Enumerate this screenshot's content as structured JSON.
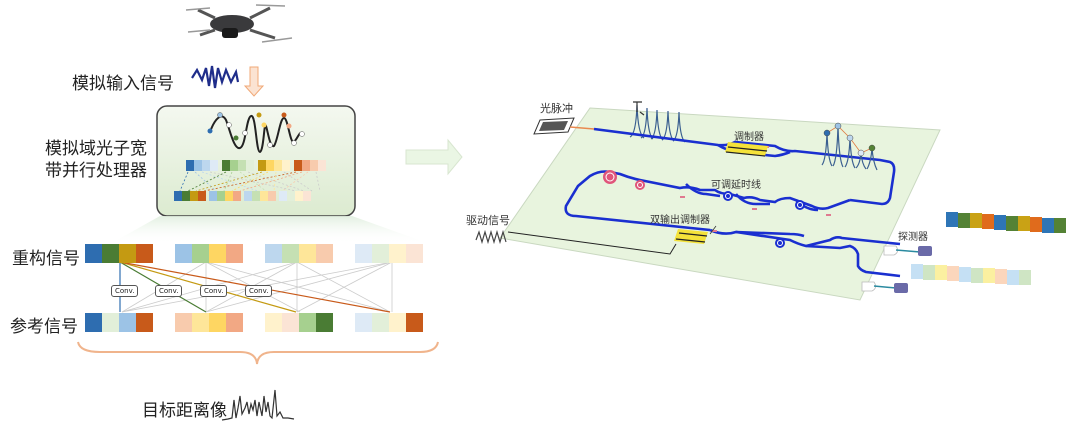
{
  "left": {
    "input_label": "模拟输入信号",
    "processor_label_line1": "模拟域光子宽",
    "processor_label_line2": "带并行处理器",
    "reconstructed_label": "重构信号",
    "reference_label": "参考信号",
    "conv_labels": [
      "Conv.",
      "Conv.",
      "Conv.",
      "Conv."
    ],
    "output_label": "目标距离像",
    "reconstructed_colors": [
      "#2e6db0",
      "#4a7c34",
      "#c49a12",
      "#c85a1a",
      "#9cc3e6",
      "#a6d08f",
      "#fed662",
      "#f2a884",
      "#bdd7ee",
      "#c5e0b3",
      "#fee699",
      "#f8cbad",
      "#deeaf6",
      "#e2efd9",
      "#fff2cc",
      "#fbe4d5"
    ],
    "reference_colors": [
      "#2e6db0",
      "#e2efd9",
      "#9cc3e6",
      "#c85a1a",
      "#f8cbad",
      "#fee699",
      "#fed662",
      "#f2a884",
      "#fff2cc",
      "#fbe4d5",
      "#a6d08f",
      "#4a7c34",
      "#deeaf6",
      "#e2efd9",
      "#fff2cc",
      "#c85a1a"
    ]
  },
  "right": {
    "laser_label": "光脉冲",
    "modulator_label": "调制器",
    "delay_label": "可调延时线",
    "drive_label": "驱动信号",
    "dual_modulator_label": "双输出调制器",
    "detector_label": "探测器",
    "output1_colors": [
      "#2e75b6",
      "#548235",
      "#c9a215",
      "#e06b1c",
      "#2e75b6",
      "#548235",
      "#c9a215",
      "#e06b1c",
      "#2e75b6",
      "#548235"
    ],
    "output2_colors": [
      "#c5e0f4",
      "#cfe5c4",
      "#fbf0a0",
      "#fbd6bc",
      "#c5e0f4",
      "#cfe5c4",
      "#fbf0a0",
      "#fbd6bc",
      "#c5e0f4",
      "#cfe5c4"
    ]
  },
  "colors": {
    "waveguide": "#1a2fd0",
    "chip": "#e6f4dc",
    "modulator": "#f4e23a",
    "spiral": "#e0557a"
  }
}
